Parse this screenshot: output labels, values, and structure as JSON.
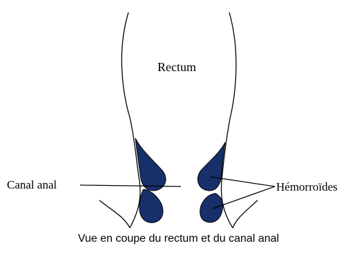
{
  "diagram": {
    "labels": {
      "rectum": "Rectum",
      "canal_anal": "Canal anal",
      "hemorroides": "Hémorroïdes"
    },
    "caption": "Vue en coupe du rectum et du canal anal"
  },
  "colors": {
    "hemorrhoid_fill": "#17306b",
    "outline": "#000000",
    "background": "#ffffff"
  }
}
